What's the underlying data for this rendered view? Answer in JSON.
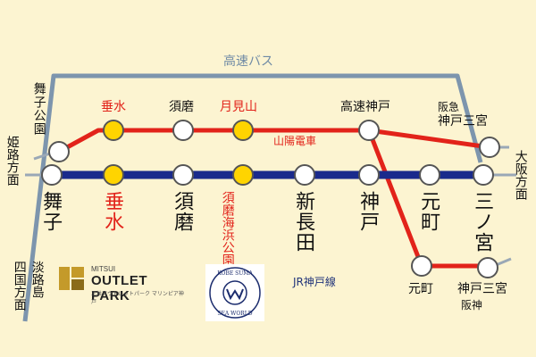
{
  "colors": {
    "background": "#fcf4d1",
    "sanyo_line": "#e2231a",
    "jr_line": "#1a2a8c",
    "highway_bus": "#7d95ad",
    "station_fill": "#ffffff",
    "highlight_station_fill": "#ffd400"
  },
  "lines": {
    "highway_bus": "高速バス",
    "sanyo": "山陽電車",
    "jr": "JR神戸線"
  },
  "jr_stations": [
    "舞子",
    "垂水",
    "須磨",
    "須磨海浜公園",
    "新長田",
    "神戸",
    "元町",
    "三ノ宮"
  ],
  "sanyo_stations": [
    "舞子公園",
    "垂水",
    "須磨",
    "月見山",
    "高速神戸"
  ],
  "hankyu": {
    "company": "阪急",
    "station": "神戸三宮"
  },
  "hanshin": {
    "company": "阪神",
    "motomachi": "元町",
    "sannomiya": "神戸三宮"
  },
  "directions": {
    "himeji": "姫路方面",
    "osaka": "大阪方面",
    "awaji": "淡路島",
    "shikoku": "四国方面"
  },
  "logos": {
    "outlet_line1": "MITSUI",
    "outlet_line2": "OUTLET PARK",
    "outlet_line3": "三井アウトレットパーク マリンピア神戸",
    "seaworld": "KOBE SUMA SEA WORLD"
  }
}
